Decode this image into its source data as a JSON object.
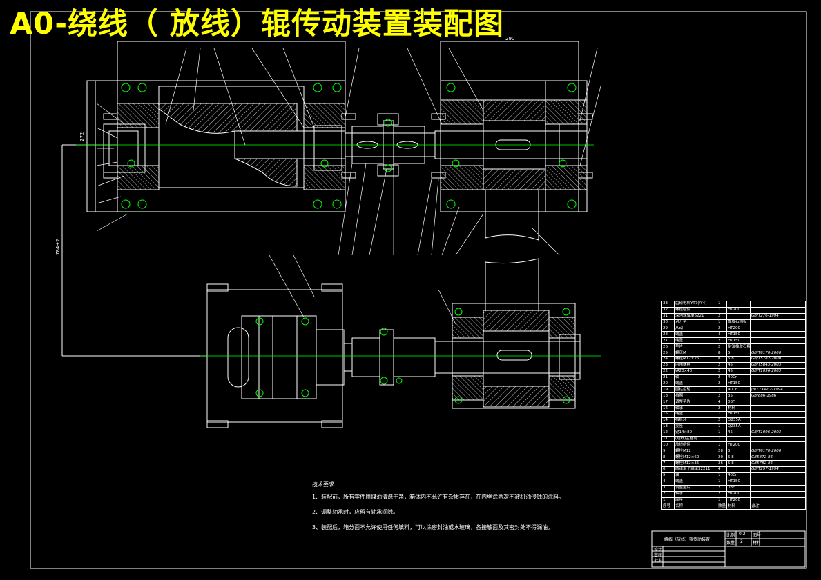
{
  "title": "A0-绕线（  放线）辊传动装置装配图",
  "notes": {
    "heading": "技术要求",
    "lines": [
      "1、装配前，所有零件用煤油清洗干净，箱体内不允许有杂质存在，在内壁涂两次不被机油侵蚀的涂料。",
      "2、调整轴承时，应留有轴承间隙。",
      "3、装配后，箱分面不允许使用任何填料，可以涂密封油或水玻璃，各接触面及其密封处不得漏油。"
    ]
  },
  "dimensions": {
    "height_272": "272",
    "center_784": "784±2",
    "width_290": "290"
  },
  "parts_table": [
    [
      "33",
      "齿轮电机YT7(/Y4)",
      "1",
      "",
      ""
    ],
    [
      "32",
      "螺栓组件",
      "1",
      "HT200",
      ""
    ],
    [
      "31",
      "深沟球轴承6221",
      "2",
      "",
      "GB/T276-1994"
    ],
    [
      "30",
      "对开垫",
      "1",
      "橡胶石棉板",
      ""
    ],
    [
      "29",
      "从动",
      "2",
      "HT200",
      ""
    ],
    [
      "28",
      "端盖",
      "4",
      "HT150",
      ""
    ],
    [
      "27",
      "端盖",
      "2",
      "HT150",
      ""
    ],
    [
      "26",
      "垫片",
      "2",
      "耐油橡胶石棉",
      ""
    ],
    [
      "25",
      "螺母M",
      "8",
      "5",
      "GB/T6170-2000"
    ],
    [
      "24",
      "螺栓M12×26",
      "8",
      "5.8",
      "GB/T5782-2000"
    ],
    [
      "23",
      "内角螺栓",
      "2",
      "45",
      "GB/T5843-2003"
    ],
    [
      "22",
      "键20×40",
      "2",
      "45",
      "GB/T1096-2003"
    ],
    [
      "21",
      "轴",
      "2",
      "40Cr",
      ""
    ],
    [
      "20",
      "端盖",
      "2",
      "HT150",
      ""
    ],
    [
      "19",
      "圆柱齿轮",
      "1",
      "40Cr",
      "JB/T7342.2-1994"
    ],
    [
      "18",
      "挡圈",
      "2",
      "35",
      "GB/886-1986"
    ],
    [
      "17",
      "调整垫片",
      "4",
      "08F",
      ""
    ],
    [
      "16",
      "轴承",
      "2",
      "材料",
      ""
    ],
    [
      "15",
      "端盖",
      "1",
      "HT150",
      ""
    ],
    [
      "14",
      "挡板环",
      "2",
      "Q235A",
      ""
    ],
    [
      "13",
      "支座",
      "1",
      "Q235A",
      ""
    ],
    [
      "12",
      "键14×80",
      "1",
      "45",
      "GB/T1096-2003"
    ],
    [
      "11",
      "(绕线)主卷筒",
      "1",
      "",
      ""
    ],
    [
      "10",
      "放线组件",
      "1",
      "HT200",
      ""
    ],
    [
      "9",
      "螺栓M12",
      "20",
      "5",
      "GB/T6170-2000"
    ],
    [
      "8",
      "螺栓M12×60",
      "20",
      "5.8",
      "GB5872-86"
    ],
    [
      "7",
      "螺栓M12×35",
      "36",
      "5.8",
      "GB5782-86"
    ],
    [
      "6",
      "圆锥滚子轴承32211",
      "4",
      "",
      "GB/T297-1994"
    ],
    [
      "5",
      "轴",
      "1",
      "40Cr",
      ""
    ],
    [
      "4",
      "端盖",
      "1",
      "HT150",
      ""
    ],
    [
      "3",
      "调整垫片",
      "2",
      "08F",
      ""
    ],
    [
      "2",
      "轴承",
      "2",
      "HT200",
      ""
    ],
    [
      "1",
      "底座",
      "1",
      "HT200",
      ""
    ],
    [
      "序号",
      "名称",
      "数量",
      "材料",
      "备注"
    ]
  ],
  "title_block": {
    "name": "绕线（放线）辊传动装置",
    "scale_label": "比例",
    "scale": "0.2",
    "drawing_no_label": "图号",
    "qty_label": "数量",
    "qty": "2",
    "material_label": "材料",
    "designer": "设计",
    "checker": "审核",
    "approver": "批准"
  },
  "colors": {
    "background": "#000000",
    "title": "#ffff00",
    "lines": "#ffffff",
    "centerlines": "#00ff00",
    "bolts": "#00ff00"
  }
}
